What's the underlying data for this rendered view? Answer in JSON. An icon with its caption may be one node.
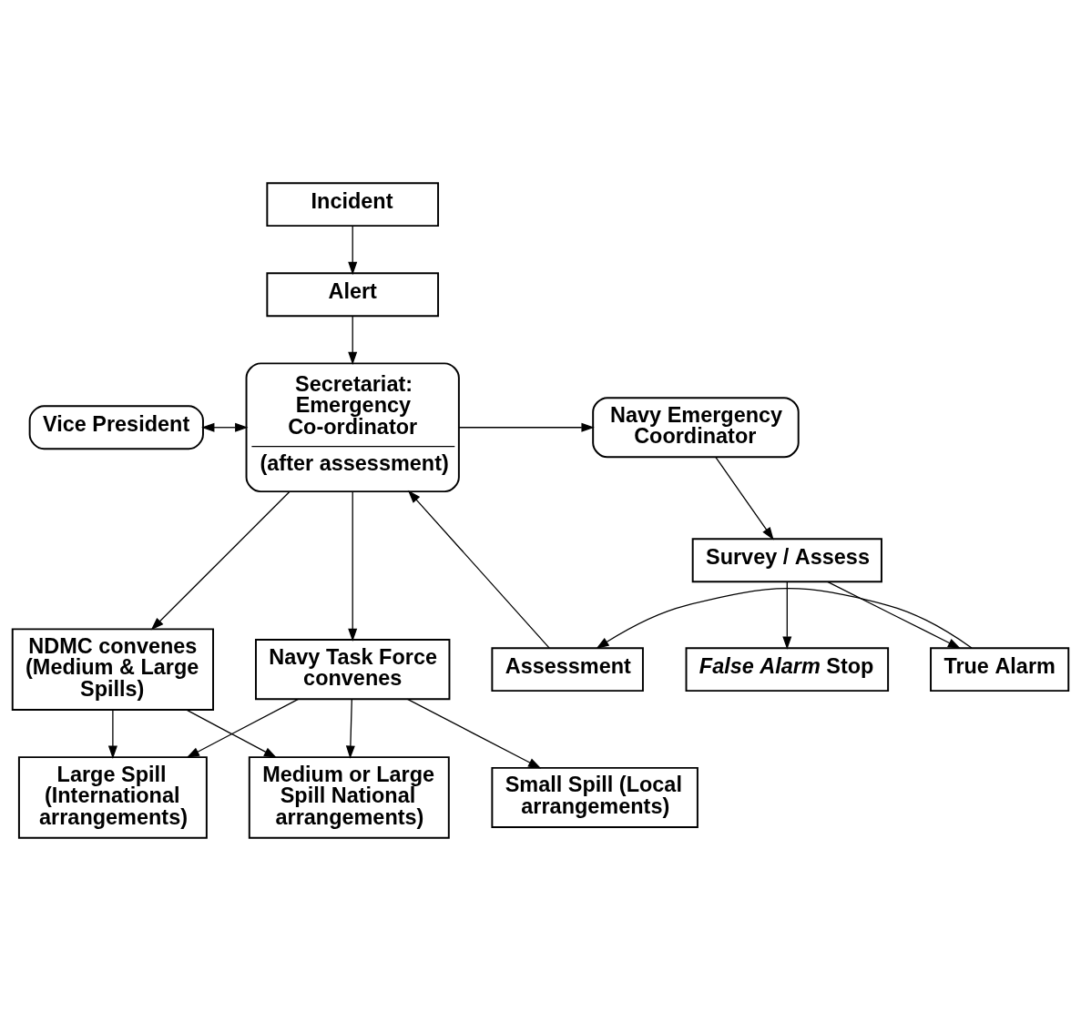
{
  "diagram": {
    "nodes": [
      {
        "text": [
          "Incident"
        ]
      },
      {
        "text": [
          "Alert"
        ]
      },
      {
        "text": [
          "Secretariat: Emergency Co-ordinator",
          "(after assessment)"
        ]
      },
      {
        "text": [
          "Navy Emergency Coordinator"
        ]
      },
      {
        "text": [
          "Vice President"
        ]
      },
      {
        "text": [
          "Survey / Assess"
        ]
      },
      {
        "text": [
          "NDMC convenes (Medium & Large Spills)"
        ]
      },
      {
        "text": [
          "Navy Task Force convenes"
        ]
      },
      {
        "text": [
          "Assessment"
        ]
      },
      {
        "text": [
          "*False Alarm* Stop"
        ]
      },
      {
        "text": [
          "True Alarm"
        ]
      },
      {
        "text": [
          "Large Spill (International arrangements)"
        ]
      },
      {
        "text": [
          "Medium or Large Spill National arrangements)"
        ]
      },
      {
        "text": [
          "Small Spill (Local arrangements)"
        ]
      }
    ],
    "edges": [
      {
        "from": 0,
        "to": 1,
        "arrow": "to"
      },
      {
        "from": 1,
        "to": 2,
        "arrow": "to"
      },
      {
        "from": 2,
        "to": 3,
        "arrow": "to"
      },
      {
        "from": 4,
        "to": 2,
        "arrow": "both"
      },
      {
        "from": 3,
        "to": 5,
        "arrow": "to"
      },
      {
        "from": 2,
        "to": 6,
        "arrow": "to"
      },
      {
        "from": 2,
        "to": 7,
        "arrow": "to"
      },
      {
        "from": 5,
        "to": 9,
        "arrow": "to"
      },
      {
        "from": 5,
        "to": 10,
        "arrow": "to"
      },
      {
        "from": 10,
        "to": 8,
        "arrow": "to"
      },
      {
        "from": 8,
        "to": 2,
        "arrow": "to"
      },
      {
        "from": 6,
        "to": 11,
        "arrow": "to"
      },
      {
        "from": 6,
        "to": 12,
        "arrow": "to"
      },
      {
        "from": 7,
        "to": 11,
        "arrow": "to"
      },
      {
        "from": 7,
        "to": 12,
        "arrow": "to"
      },
      {
        "from": 7,
        "to": 13,
        "arrow": "to"
      }
    ]
  }
}
